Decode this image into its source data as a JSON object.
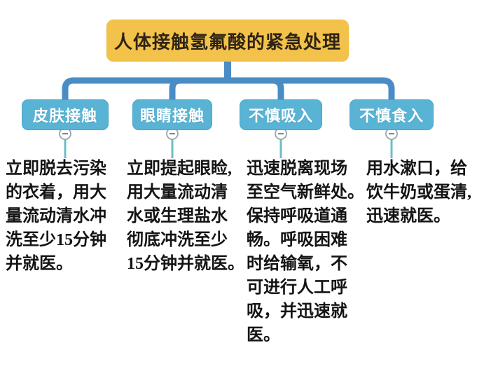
{
  "diagram": {
    "title": "人体接触氢氟酸的紧急处理",
    "branches": [
      {
        "label": "皮肤接触",
        "description": "立即脱去污染\n的衣着，用大\n量流动清水冲\n洗至少15分钟\n并就医。"
      },
      {
        "label": "眼睛接触",
        "description": "立即提起眼睑,\n用大量流动清\n水或生理盐水\n彻底冲洗至少\n15分钟并就医。"
      },
      {
        "label": "不慎吸入",
        "description": "迅速脱离现场\n至空气新鲜处。\n保持呼吸道通\n畅。呼吸困难\n时给输氧，不\n可进行人工呼\n吸，并迅速就\n医。"
      },
      {
        "label": "不慎食入",
        "description": "用水漱口，给\n饮牛奶或蛋清,\n迅速就医。"
      }
    ],
    "colors": {
      "title_bg": "#F3C24B",
      "title_text": "#2e2416",
      "node_bg": "#58B3D5",
      "node_text": "#ffffff",
      "connector": "#4A8CC4",
      "drop_line": "#6FBCC6",
      "toggle_border": "#97A6AC",
      "body_text": "#141414"
    }
  }
}
